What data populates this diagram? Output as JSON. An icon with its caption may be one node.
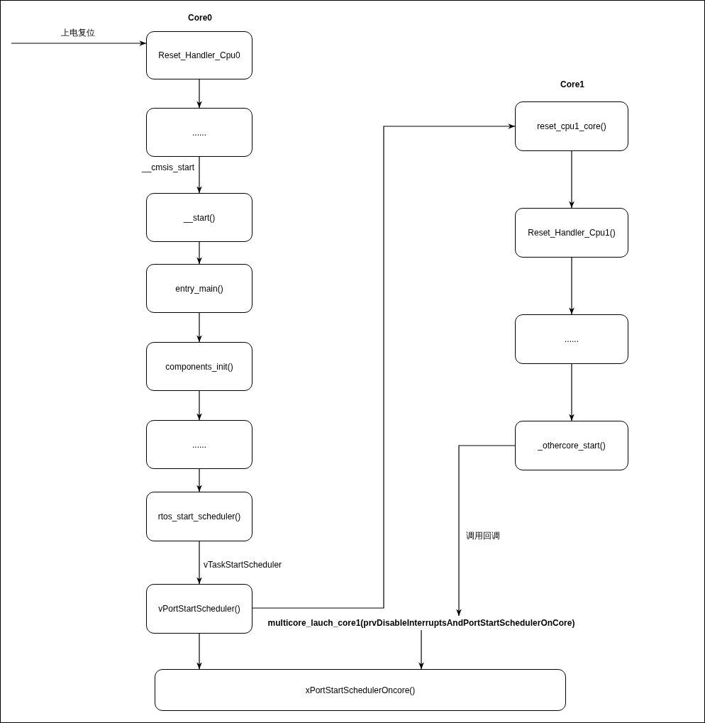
{
  "diagram": {
    "nodes": [
      {
        "text": [
          "Reset_Handler_Cpu0"
        ]
      },
      {
        "text": [
          "......"
        ]
      },
      {
        "text": [
          "__start()"
        ]
      },
      {
        "text": [
          "entry_main()"
        ]
      },
      {
        "text": [
          "components_init()"
        ]
      },
      {
        "text": [
          "......"
        ]
      },
      {
        "text": [
          "rtos_start_scheduler()"
        ]
      },
      {
        "text": [
          "vPortStartScheduler()"
        ]
      },
      {
        "text": [
          "reset_cpu1_core()"
        ]
      },
      {
        "text": [
          "Reset_Handler_Cpu1()"
        ]
      },
      {
        "text": [
          "......"
        ]
      },
      {
        "text": [
          "_othercore_start()"
        ]
      },
      {
        "text": [
          "multicore_lauch_core1(prvDisableInterruptsAndPortStartSchedulerOnCore)"
        ]
      },
      {
        "text": [
          "xPortStartSchedulerOncore()"
        ]
      }
    ],
    "edges": [
      {
        "from": null,
        "to": 0,
        "arrow": "to",
        "label": "上电复位"
      },
      {
        "from": 0,
        "to": 1,
        "arrow": "to"
      },
      {
        "from": 1,
        "to": 2,
        "arrow": "to",
        "label": "__cmsis_start"
      },
      {
        "from": 2,
        "to": 3,
        "arrow": "to"
      },
      {
        "from": 3,
        "to": 4,
        "arrow": "to"
      },
      {
        "from": 4,
        "to": 5,
        "arrow": "to"
      },
      {
        "from": 5,
        "to": 6,
        "arrow": "to"
      },
      {
        "from": 6,
        "to": 7,
        "arrow": "to",
        "label": "vTaskStartScheduler"
      },
      {
        "from": 7,
        "to": 8,
        "arrow": "to"
      },
      {
        "from": 8,
        "to": 9,
        "arrow": "to"
      },
      {
        "from": 9,
        "to": 10,
        "arrow": "to"
      },
      {
        "from": 10,
        "to": 11,
        "arrow": "to"
      },
      {
        "from": 11,
        "to": 12,
        "arrow": "to",
        "label": "调用回调"
      },
      {
        "from": 12,
        "to": 13,
        "arrow": "to"
      },
      {
        "from": 7,
        "to": 13,
        "arrow": "to"
      }
    ],
    "labels": [
      "Core0",
      "Core1"
    ]
  }
}
